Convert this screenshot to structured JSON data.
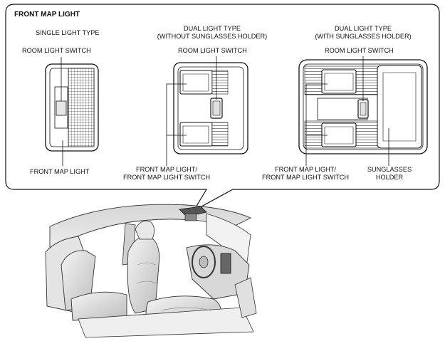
{
  "title": "FRONT MAP LIGHT",
  "single": {
    "type_label": "SINGLE LIGHT TYPE",
    "room_switch": "ROOM LIGHT SWITCH",
    "map_light": "FRONT MAP LIGHT"
  },
  "dual_without": {
    "type_line1": "DUAL LIGHT TYPE",
    "type_line2": "(WITHOUT SUNGLASSES HOLDER)",
    "room_switch": "ROOM LIGHT SWITCH",
    "map_line1": "FRONT MAP LIGHT/",
    "map_line2": "FRONT MAP LIGHT SWITCH"
  },
  "dual_with": {
    "type_line1": "DUAL LIGHT TYPE",
    "type_line2": "(WITH SUNGLASSES HOLDER)",
    "room_switch": "ROOM LIGHT SWITCH",
    "map_line1": "FRONT MAP LIGHT/",
    "map_line2": "FRONT MAP LIGHT SWITCH",
    "holder_line1": "SUNGLASSES",
    "holder_line2": "HOLDER"
  }
}
